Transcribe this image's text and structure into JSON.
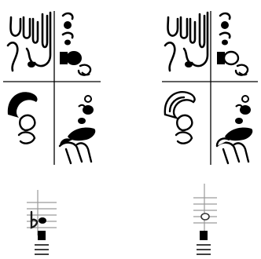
{
  "figures": [
    {
      "id": "left",
      "variant": "filled",
      "note": {
        "accidental": "flat-sign",
        "head": "filled"
      }
    },
    {
      "id": "right",
      "variant": "outline",
      "note": {
        "accidental": "none",
        "head": "open"
      }
    }
  ],
  "colors": {
    "ink": "#000000",
    "paper": "#ffffff",
    "staff": "#9a9a9a"
  }
}
